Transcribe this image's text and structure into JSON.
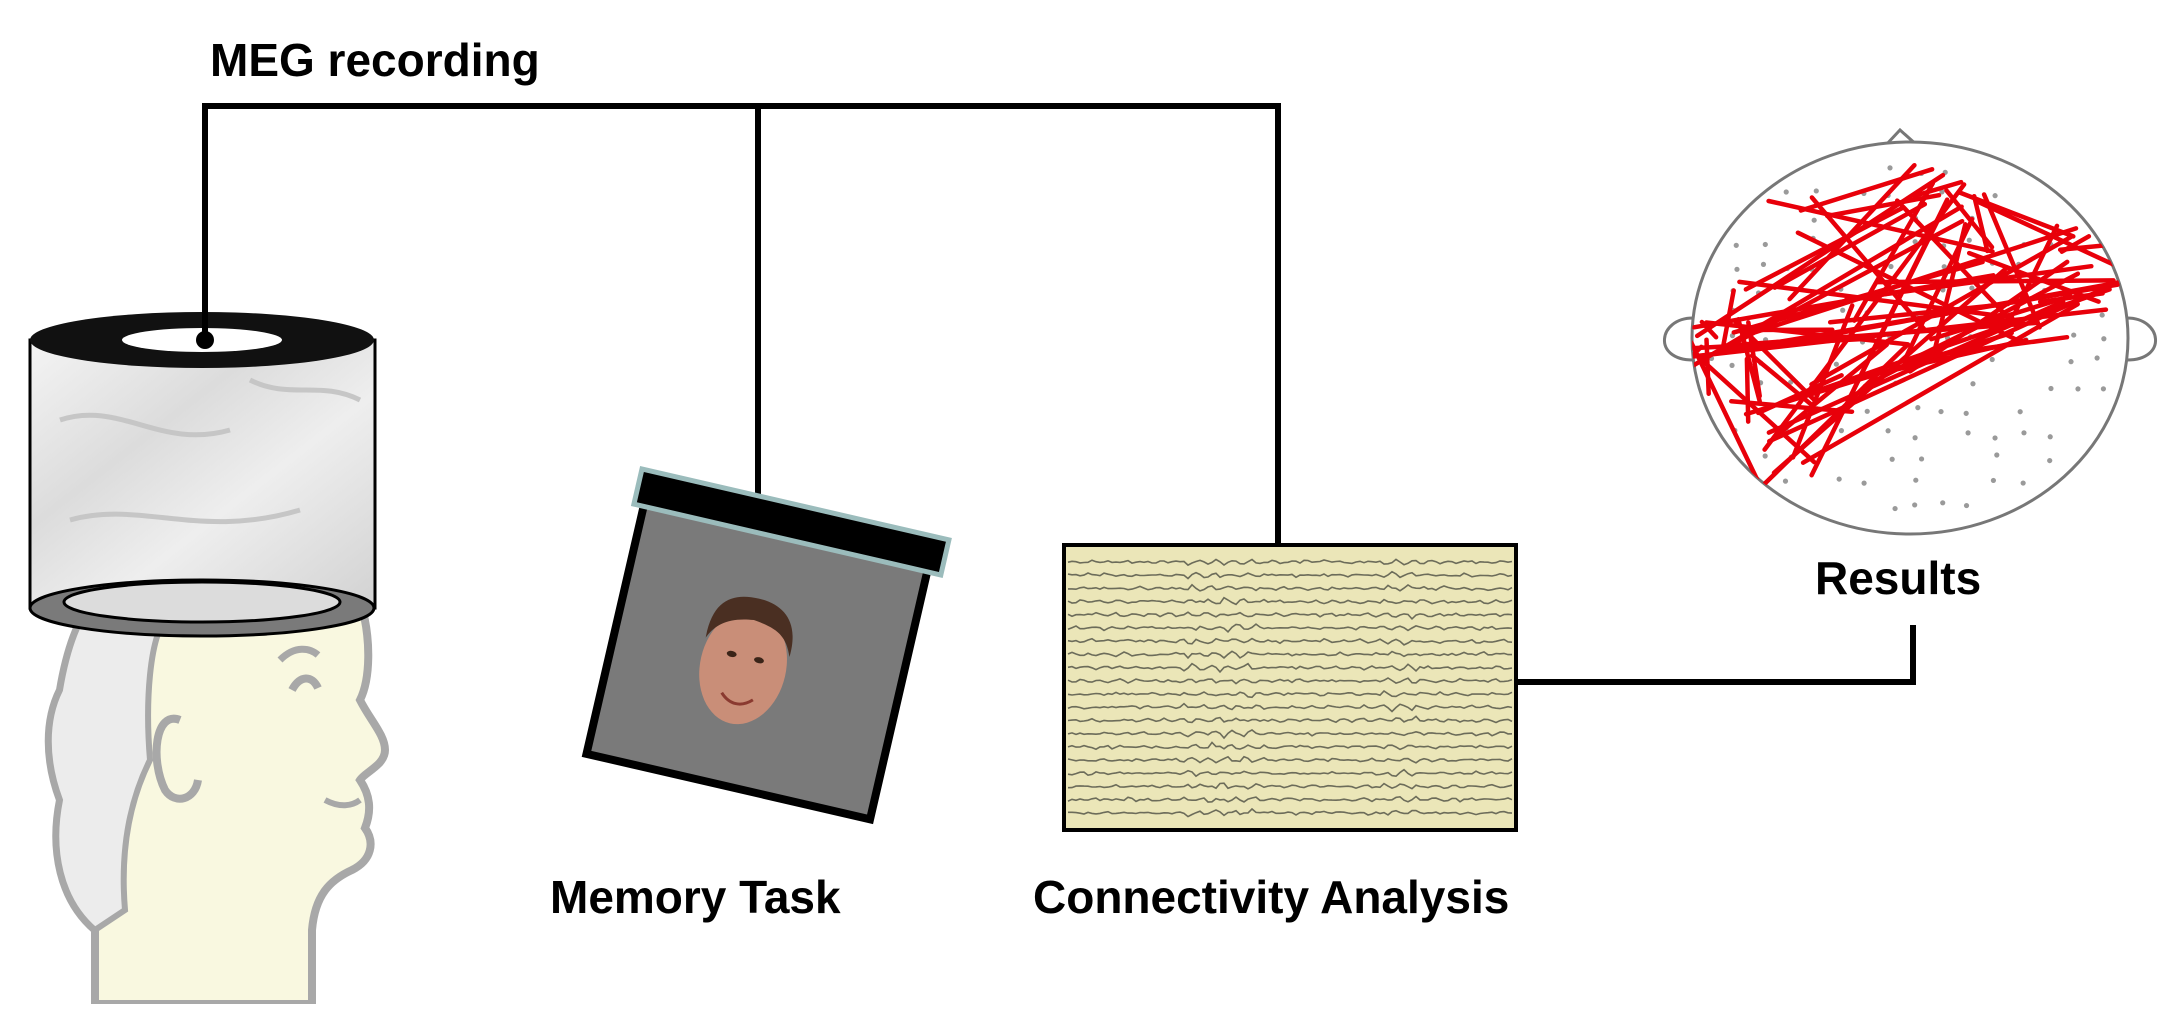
{
  "labels": {
    "meg": "MEG recording",
    "memory": "Memory Task",
    "connectivity": "Connectivity Analysis",
    "results": "Results"
  },
  "colors": {
    "line": "#000000",
    "connection": "#e8000a",
    "paper": "#ebe6b8",
    "screen": "#7a7a7a",
    "frame": "#9bbcbc",
    "skin": "#f9f8e0",
    "outline": "#a8a8a8",
    "face": "#c98e78"
  },
  "icons": {
    "scanner": "meg-helmet-icon",
    "subject": "head-profile-icon",
    "screen": "monitor-face-icon",
    "traces": "meg-traces-icon",
    "map": "scalp-connectivity-icon"
  }
}
